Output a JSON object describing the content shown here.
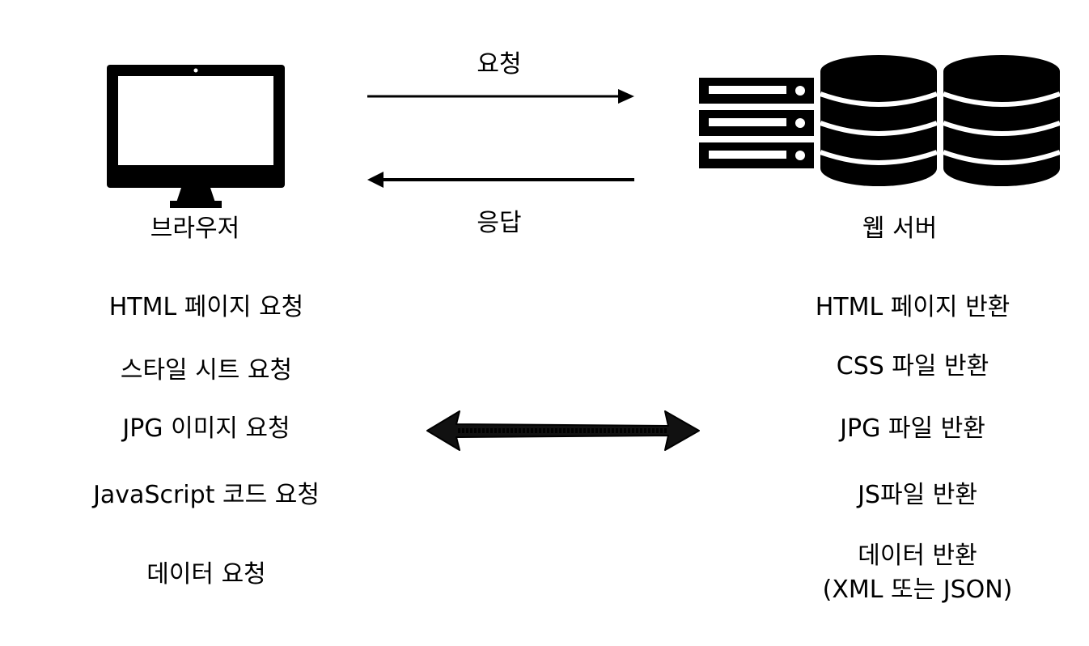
{
  "browser": {
    "label": "브라우저",
    "icon": "computer-monitor-icon"
  },
  "server": {
    "label": "웹 서버",
    "icon": "server-database-icon"
  },
  "arrows": {
    "request_label": "요청",
    "response_label": "응답"
  },
  "requests": [
    "HTML 페이지 요청",
    "스타일 시트 요청",
    "JPG 이미지 요청",
    "JavaScript 코드 요청",
    "데이터 요청"
  ],
  "responses": [
    "HTML 페이지 반환",
    "CSS 파일 반환",
    "JPG 파일 반환",
    "JS파일 반환",
    "데이터 반환",
    "(XML 또는 JSON)"
  ],
  "colors": {
    "foreground": "#000000",
    "background": "#ffffff"
  }
}
